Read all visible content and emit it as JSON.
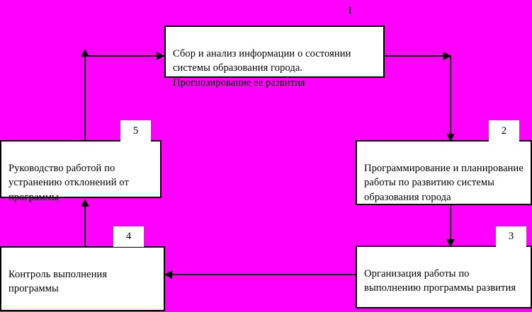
{
  "diagram": {
    "title_number": "1",
    "background_color": "#FF00FF",
    "box_fill_color": "#FFFFFF",
    "line_color": "#000000",
    "nodes": [
      {
        "id": "node-1",
        "number": "1",
        "text": "Сбор и анализ информации о состоянии системы образования города. Прогнозирование ее развития"
      },
      {
        "id": "node-2",
        "number": "2",
        "text": "Программирование и планирование работы по развитию системы образования города"
      },
      {
        "id": "node-3",
        "number": "3",
        "text": "Организация работы по выполнению программы развития"
      },
      {
        "id": "node-4",
        "number": "4",
        "text": "Контроль выполнения программы"
      },
      {
        "id": "node-5",
        "number": "5",
        "text": "Руководство работой по устранению отклонений от программы"
      }
    ],
    "connectors": [
      {
        "id": "conn-1-2",
        "from": "node-1",
        "to": "node-2",
        "style": "elbow-right-down",
        "arrowheads": "both-ends"
      },
      {
        "id": "conn-2-3",
        "from": "node-2",
        "to": "node-3",
        "style": "straight-down",
        "arrowheads": "end"
      },
      {
        "id": "conn-3-4",
        "from": "node-3",
        "to": "node-4",
        "style": "straight-left",
        "arrowheads": "end"
      },
      {
        "id": "conn-4-5",
        "from": "node-4",
        "to": "node-5",
        "style": "straight-up",
        "arrowheads": "end"
      },
      {
        "id": "conn-5-1",
        "from": "node-5",
        "to": "node-1",
        "style": "elbow-up-right",
        "arrowheads": "both-ends"
      }
    ]
  }
}
